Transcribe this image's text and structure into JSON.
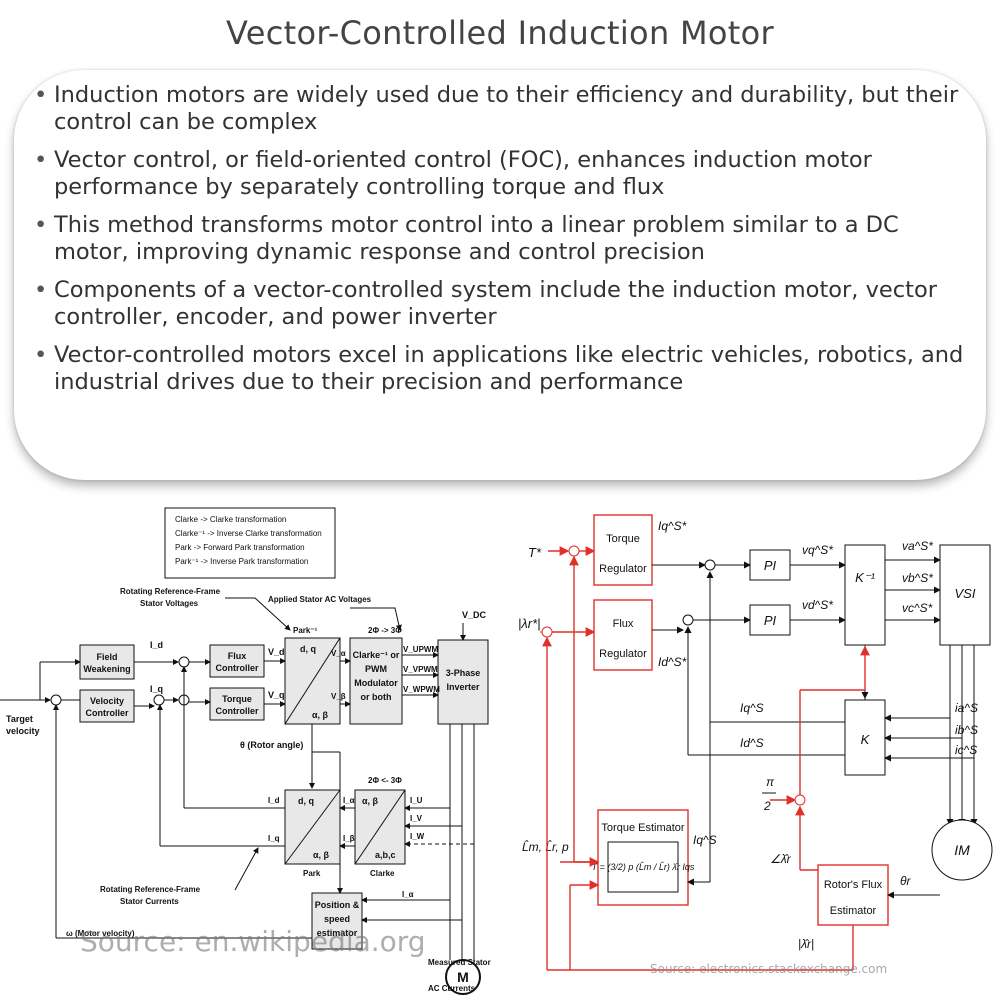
{
  "title": "Vector-Controlled Induction Motor",
  "bullets": [
    "Induction motors are widely used due to their efficiency and durability, but their control can be complex",
    "Vector control, or field-oriented control (FOC), enhances induction motor performance by separately controlling torque and flux",
    "This method transforms motor control into a linear problem similar to a DC motor, improving dynamic response and control precision",
    "Components of a vector-controlled system include the induction motor, vector controller, encoder, and power inverter",
    "Vector-controlled motors excel in applications like electric vehicles, robotics, and industrial drives due to their precision and performance"
  ],
  "left_diagram": {
    "legend": [
      "Clarke   -> Clarke transformation",
      "Clarke⁻¹ -> Inverse Clarke transformation",
      "Park     -> Forward Park transformation",
      "Park⁻¹   -> Inverse Park transformation"
    ],
    "rotating_voltages_label": [
      "Rotating Reference-Frame",
      "Stator Voltages"
    ],
    "applied_voltages_label": "Applied Stator AC Voltages",
    "park_inv_label": "Park⁻¹",
    "phase_23_label": "2Φ -> 3Φ",
    "phase_32_label": "2Φ <- 3Φ",
    "vdc_label": "V_DC",
    "field_weakening": [
      "Field",
      "Weakening"
    ],
    "velocity_controller": [
      "Velocity",
      "Controller"
    ],
    "flux_controller": [
      "Flux",
      "Controller"
    ],
    "torque_controller": [
      "Torque",
      "Controller"
    ],
    "dq_top": "d, q",
    "ab_top": "α, β",
    "clarke_pwm": [
      "Clarke⁻¹ or",
      "PWM",
      "Modulator",
      "or both"
    ],
    "inverter": [
      "3-Phase",
      "Inverter"
    ],
    "target_velocity": [
      "Target",
      "velocity"
    ],
    "theta_label": "θ (Rotor angle)",
    "park_label": "Park",
    "clarke_label": "Clarke",
    "abc_label": "a,b,c",
    "pos_speed": [
      "Position &",
      "speed",
      "estimator"
    ],
    "rotating_currents_label": [
      "Rotating Reference-Frame",
      "Stator Currents"
    ],
    "motor_velocity_label": "ω (Motor velocity)",
    "measured_label": [
      "Measured Stator",
      "AC Currents"
    ],
    "motor": "M",
    "signals": {
      "id": "I_d",
      "iq": "I_q",
      "vd": "V_d",
      "vq": "V_q",
      "va": "V_α",
      "vb": "V_β",
      "vu": "V_UPWM",
      "vv": "V_VPWM",
      "vw": "V_WPWM",
      "ia": "I_α",
      "ib": "I_β",
      "iu": "I_U",
      "iv": "I_V",
      "iw": "I_W"
    },
    "source": "Source: en.wikipedia.org"
  },
  "right_diagram": {
    "torque_ref": "T*",
    "flux_ref": "|λr*|",
    "torque_regulator": [
      "Torque",
      "Regulator"
    ],
    "flux_regulator": [
      "Flux",
      "Regulator"
    ],
    "iq_ref": "Iq^S*",
    "id_ref": "Id^S*",
    "pi": "PI",
    "vq_ref": "vq^S*",
    "vd_ref": "vd^S*",
    "k_inv": "K⁻¹",
    "k": "K",
    "vsi": "VSI",
    "va": "va^S*",
    "vb": "vb^S*",
    "vc": "vc^S*",
    "iq_fb": "Iq^S",
    "id_fb": "Id^S",
    "ia": "ia^S",
    "ib": "ib^S",
    "ic": "ic^S",
    "pi_over_2": "π",
    "two": "2",
    "torque_estimator": "Torque Estimator",
    "estimator_inputs": "L̂m, L̂r, p",
    "estimator_formula": "T̂ = (3/2) p (L̂m / L̂r) λ̂r Iqs",
    "iq_est": "Iq^S",
    "angle": "∠λ̂r",
    "rotor_flux_estimator": [
      "Rotor's Flux",
      "Estimator"
    ],
    "theta_r": "θr",
    "motor": "IM",
    "lambda_mag": "|λ̂r|",
    "source": "Source: electronics.stackexchange.com"
  },
  "colors": {
    "red": "#e0302a",
    "frame": "#222222"
  }
}
